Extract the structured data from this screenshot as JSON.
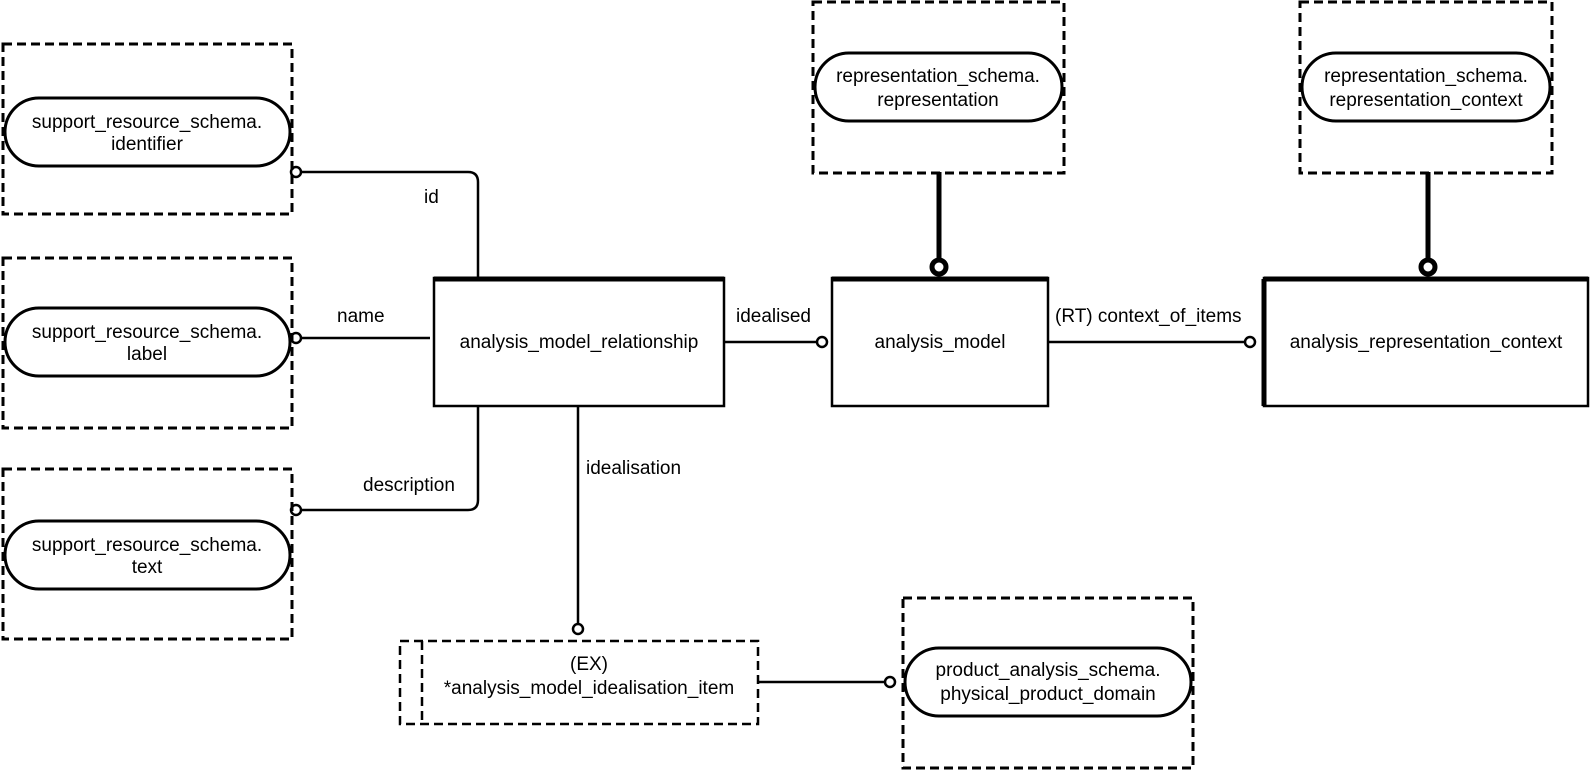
{
  "diagram": {
    "entities": [
      {
        "id": "amr",
        "label": "analysis_model_relationship",
        "kind": "entity"
      },
      {
        "id": "am",
        "label": "analysis_model",
        "kind": "entity"
      },
      {
        "id": "arc",
        "label": "analysis_representation_context",
        "kind": "entity"
      },
      {
        "id": "amii",
        "lines": [
          "(EX)",
          "*analysis_model_idealisation_item"
        ],
        "kind": "extensible-select-type"
      }
    ],
    "references": [
      {
        "id": "sri",
        "lines": [
          "support_resource_schema.",
          "identifier"
        ]
      },
      {
        "id": "srl",
        "lines": [
          "support_resource_schema.",
          "label"
        ]
      },
      {
        "id": "srt",
        "lines": [
          "support_resource_schema.",
          "text"
        ]
      },
      {
        "id": "rsr",
        "lines": [
          "representation_schema.",
          "representation"
        ]
      },
      {
        "id": "rsc",
        "lines": [
          "representation_schema.",
          "representation_context"
        ]
      },
      {
        "id": "ppd",
        "lines": [
          "product_analysis_schema.",
          "physical_product_domain"
        ]
      }
    ],
    "relationships": [
      {
        "from": "amr",
        "to": "sri",
        "label": "id"
      },
      {
        "from": "amr",
        "to": "srl",
        "label": "name"
      },
      {
        "from": "amr",
        "to": "srt",
        "label": "description"
      },
      {
        "from": "amr",
        "to": "am",
        "label": "idealised"
      },
      {
        "from": "amr",
        "to": "amii",
        "label": "idealisation"
      },
      {
        "from": "am",
        "to": "arc",
        "label": "(RT) context_of_items"
      },
      {
        "from": "amii",
        "to": "ppd",
        "label": ""
      },
      {
        "from": "am",
        "to": "rsr",
        "label": "",
        "kind": "subtype"
      },
      {
        "from": "arc",
        "to": "rsc",
        "label": "",
        "kind": "subtype"
      }
    ]
  }
}
